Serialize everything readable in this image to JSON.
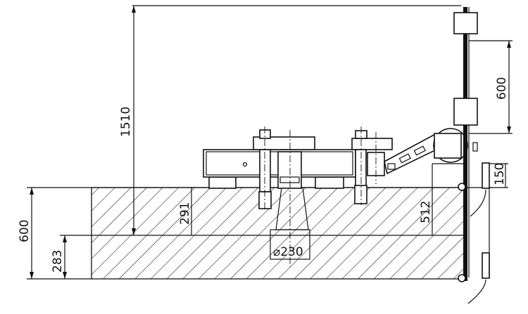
{
  "drawing": {
    "dimensions": {
      "overall_height": "1510",
      "travel_upper": "600",
      "offset_right": "150",
      "depth_291": "291",
      "depth_512": "512",
      "pit_depth": "600",
      "lower_depth": "283",
      "pit_diameter": "⌀230"
    }
  }
}
